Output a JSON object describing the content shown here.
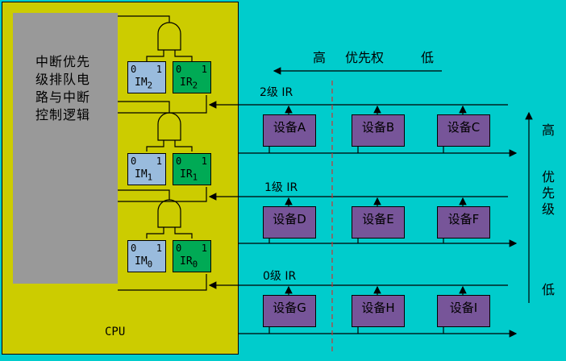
{
  "cpu": {
    "logic_lines": [
      "中断优先",
      "级排队电",
      "路与中断",
      "控制逻辑"
    ],
    "label": "CPU"
  },
  "registers": [
    {
      "im": "IM",
      "im_sub": "2",
      "ir": "IR",
      "ir_sub": "2",
      "bit0": "0",
      "bit1": "1"
    },
    {
      "im": "IM",
      "im_sub": "1",
      "ir": "IR",
      "ir_sub": "1",
      "bit0": "0",
      "bit1": "1"
    },
    {
      "im": "IM",
      "im_sub": "0",
      "ir": "IR",
      "ir_sub": "0",
      "bit0": "0",
      "bit1": "1"
    }
  ],
  "levels": [
    "2级 IR",
    "1级 IR",
    "0级 IR"
  ],
  "devices": [
    [
      "设备A",
      "设备B",
      "设备C"
    ],
    [
      "设备D",
      "设备E",
      "设备F"
    ],
    [
      "设备G",
      "设备H",
      "设备I"
    ]
  ],
  "priority_top": {
    "high": "高",
    "title": "优先权",
    "low": "低"
  },
  "priority_side": {
    "high": "高",
    "title_chars": [
      "优",
      "先",
      "级"
    ],
    "low": "低"
  },
  "colors": {
    "background": "#00cccc",
    "cpu": "#cccc00",
    "logic": "#999999",
    "im": "#99bbdd",
    "ir": "#00aa55",
    "device": "#775599",
    "divider": "#cc3333"
  }
}
